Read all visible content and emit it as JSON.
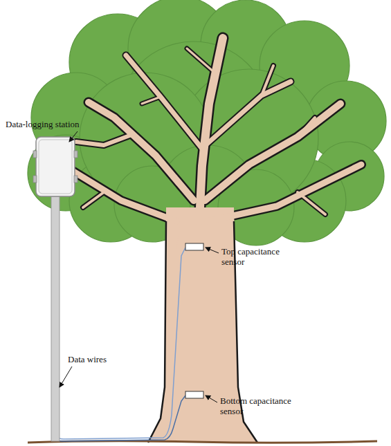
{
  "diagram": {
    "labels": [
      "Top capacitance sensor",
      "Bottom capacitance sensor",
      "Data-logging station",
      "Data wires"
    ]
  }
}
